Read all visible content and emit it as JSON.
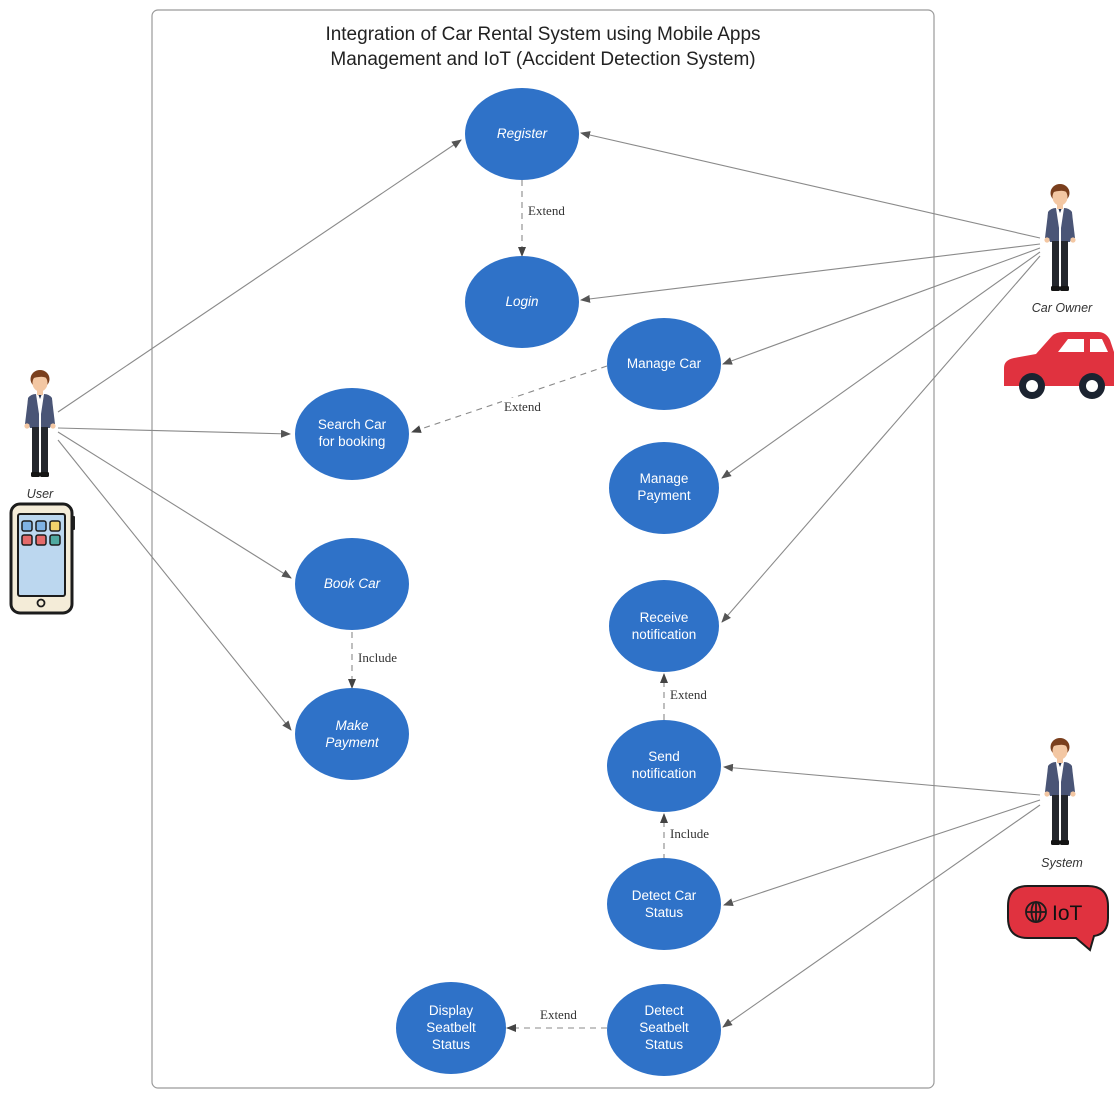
{
  "diagram": {
    "title_line1": "Integration of Car Rental System using Mobile Apps",
    "title_line2": "Management and IoT (Accident Detection System)"
  },
  "actors": {
    "user": "User",
    "car_owner": "Car Owner",
    "system": "System"
  },
  "use_cases": {
    "register": "Register",
    "login": "Login",
    "manage_car": "Manage Car",
    "search_car_l1": "Search Car",
    "search_car_l2": "for booking",
    "manage_payment_l1": "Manage",
    "manage_payment_l2": "Payment",
    "book_car": "Book Car",
    "receive_notification_l1": "Receive",
    "receive_notification_l2": "notification",
    "make_payment_l1": "Make",
    "make_payment_l2": "Payment",
    "send_notification_l1": "Send",
    "send_notification_l2": "notification",
    "detect_car_status_l1": "Detect Car",
    "detect_car_status_l2": "Status",
    "display_seatbelt_l1": "Display",
    "display_seatbelt_l2": "Seatbelt",
    "display_seatbelt_l3": "Status",
    "detect_seatbelt_l1": "Detect",
    "detect_seatbelt_l2": "Seatbelt",
    "detect_seatbelt_l3": "Status"
  },
  "relations": {
    "register_login": "Extend",
    "manage_search": "Extend",
    "book_payment": "Include",
    "send_receive": "Extend",
    "detect_send": "Include",
    "seatbelt_display": "Extend"
  },
  "badges": {
    "iot": "IoT"
  },
  "colors": {
    "use_case_fill": "#2f72c8",
    "line": "#8a8a8a",
    "car_body": "#e0323f",
    "iot_bubble": "#e0323f"
  }
}
